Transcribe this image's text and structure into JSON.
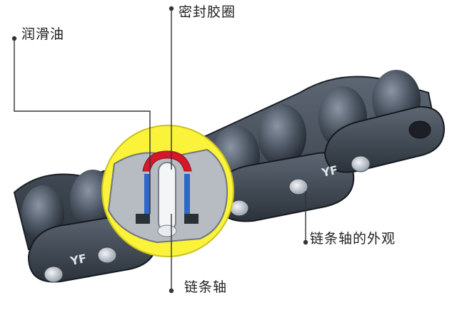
{
  "labels": {
    "lubricating_oil": "润滑油",
    "seal_ring": "密封胶圈",
    "pin_appearance": "链条轴的外观",
    "chain_pin": "链条轴"
  },
  "plate_marking": "YF",
  "colors": {
    "chain_steel": "#3f4752",
    "cutaway_fill": "#fbf23a",
    "seal_red": "#d3182a",
    "bushing_blue": "#2f67c9",
    "leader_line": "#333333"
  }
}
